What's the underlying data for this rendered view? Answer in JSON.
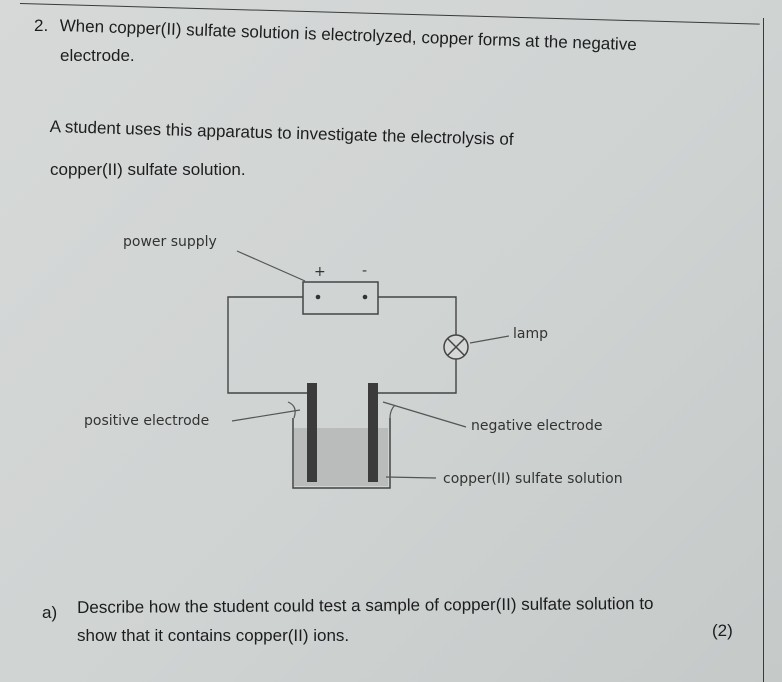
{
  "question": {
    "number": "2.",
    "intro_line1": "When copper(II) sulfate solution is electrolyzed, copper forms at the negative",
    "intro_line2": "electrode.",
    "apparatus_line1": "A student uses this apparatus to investigate the electrolysis of",
    "apparatus_line2": "copper(II) sulfate solution."
  },
  "diagram": {
    "power_supply": "power supply",
    "plus": "+",
    "minus": "-",
    "lamp": "lamp",
    "positive_electrode": "positive electrode",
    "negative_electrode": "negative electrode",
    "solution": "copper(II) sulfate solution"
  },
  "part_a": {
    "label": "a)",
    "line1": "Describe how the student could test a sample of copper(II) sulfate solution to",
    "line2": "show that it contains copper(II) ions.",
    "marks": "(2)"
  }
}
